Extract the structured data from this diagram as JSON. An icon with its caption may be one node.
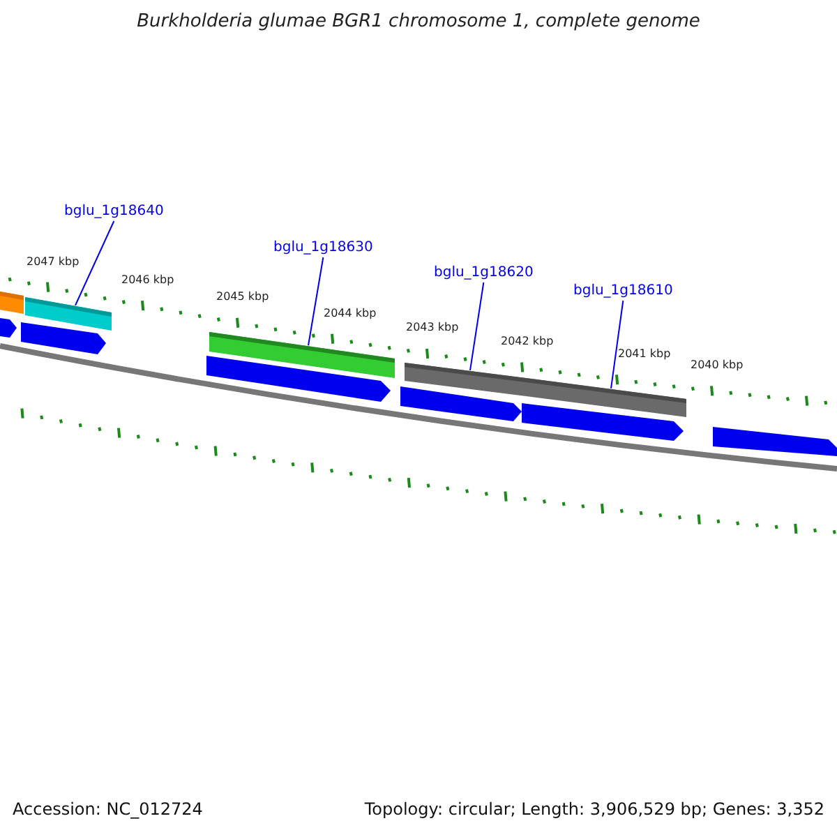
{
  "diagram": {
    "title": "Burkholderia glumae BGR1 chromosome 1, complete genome",
    "nodes": [
      {
        "text": [
          "bglu_1g18640"
        ]
      },
      {
        "text": [
          "bglu_1g18630"
        ]
      },
      {
        "text": [
          "bglu_1g18620"
        ]
      },
      {
        "text": [
          "bglu_1g18610"
        ]
      },
      {
        "text": [],
        "shape": "bar"
      },
      {
        "text": [],
        "shape": "bar"
      },
      {
        "text": [],
        "shape": "bar"
      },
      {
        "text": [],
        "shape": "bar"
      },
      {
        "text": [],
        "shape": "bar"
      },
      {
        "text": [],
        "shape": "arrow"
      },
      {
        "text": [],
        "shape": "arrow"
      },
      {
        "text": [],
        "shape": "arrow"
      },
      {
        "text": [],
        "shape": "arrow"
      },
      {
        "text": [],
        "shape": "arrow"
      },
      {
        "text": [],
        "shape": "arrow"
      }
    ],
    "edges": [
      {
        "from": 0,
        "to": 4,
        "arrow": "none"
      },
      {
        "from": 1,
        "to": 5,
        "arrow": "none"
      },
      {
        "from": 2,
        "to": 6,
        "arrow": "none"
      },
      {
        "from": 3,
        "to": 7,
        "arrow": "none"
      }
    ],
    "labels": [
      "2047 kbp",
      "2046 kbp",
      "2045 kbp",
      "2044 kbp",
      "2043 kbp",
      "2042 kbp",
      "2041 kbp",
      "2040 kbp",
      "Accession: NC_012724",
      "Topology: circular; Length: 3,906,529 bp; Genes: 3,352"
    ]
  }
}
